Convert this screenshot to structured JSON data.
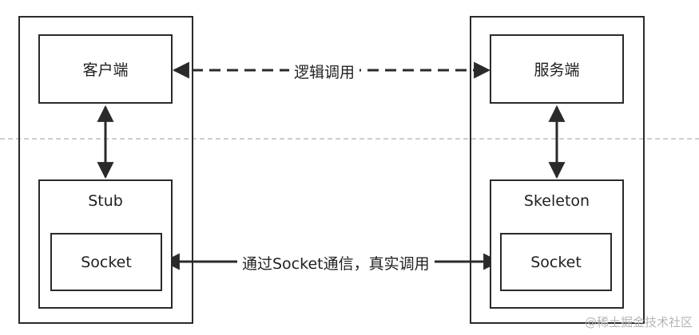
{
  "left_stack": {
    "client_label": "客户端",
    "stub_label": "Stub",
    "socket_label": "Socket"
  },
  "right_stack": {
    "server_label": "服务端",
    "skeleton_label": "Skeleton",
    "socket_label": "Socket"
  },
  "connections": {
    "logical_call_label": "逻辑调用",
    "socket_call_label": "通过Socket通信，真实调用"
  },
  "watermark": "@稀土掘金技术社区"
}
